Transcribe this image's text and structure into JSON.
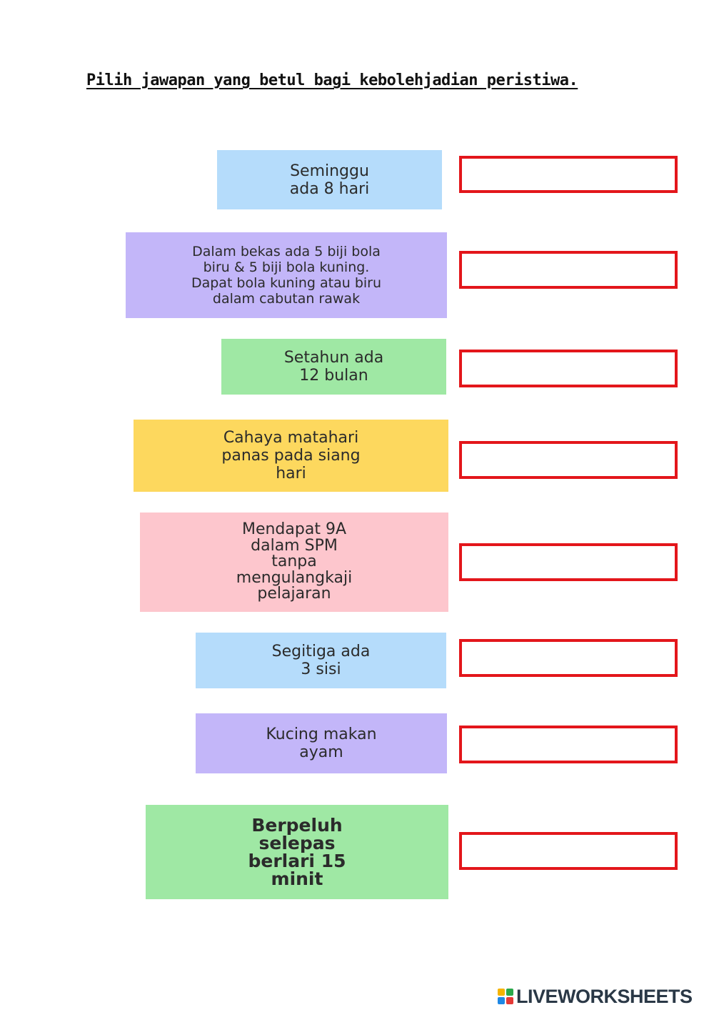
{
  "worksheet": {
    "title": "Pilih jawapan yang betul bagi kebolehjadian peristiwa."
  },
  "items": [
    {
      "text": "Seminggu\nada 8 hari",
      "color": "#b5dcfb"
    },
    {
      "text": "Dalam bekas ada 5 biji bola\nbiru & 5 biji bola kuning.\nDapat bola kuning atau biru\ndalam cabutan rawak",
      "color": "#c3b6f9"
    },
    {
      "text": "Setahun ada\n12 bulan",
      "color": "#9fe8a4"
    },
    {
      "text": "Cahaya matahari\npanas pada siang\nhari",
      "color": "#fdd85e"
    },
    {
      "text": "Mendapat 9A\ndalam SPM\ntanpa\nmengulangkaji\npelajaran",
      "color": "#fdc6cd"
    },
    {
      "text": "Segitiga ada\n3 sisi",
      "color": "#b5dcfb"
    },
    {
      "text": "Kucing makan\nayam",
      "color": "#c3b6f9"
    },
    {
      "text": "Berpeluh\nselepas\nberlari 15\nminit",
      "color": "#9fe8a4"
    }
  ],
  "answers": [
    "",
    "",
    "",
    "",
    "",
    "",
    "",
    ""
  ],
  "branding": {
    "text": "LIVEWORKSHEETS",
    "colors": [
      "#f5b400",
      "#2aa84a",
      "#1e88e5",
      "#e53935"
    ]
  }
}
